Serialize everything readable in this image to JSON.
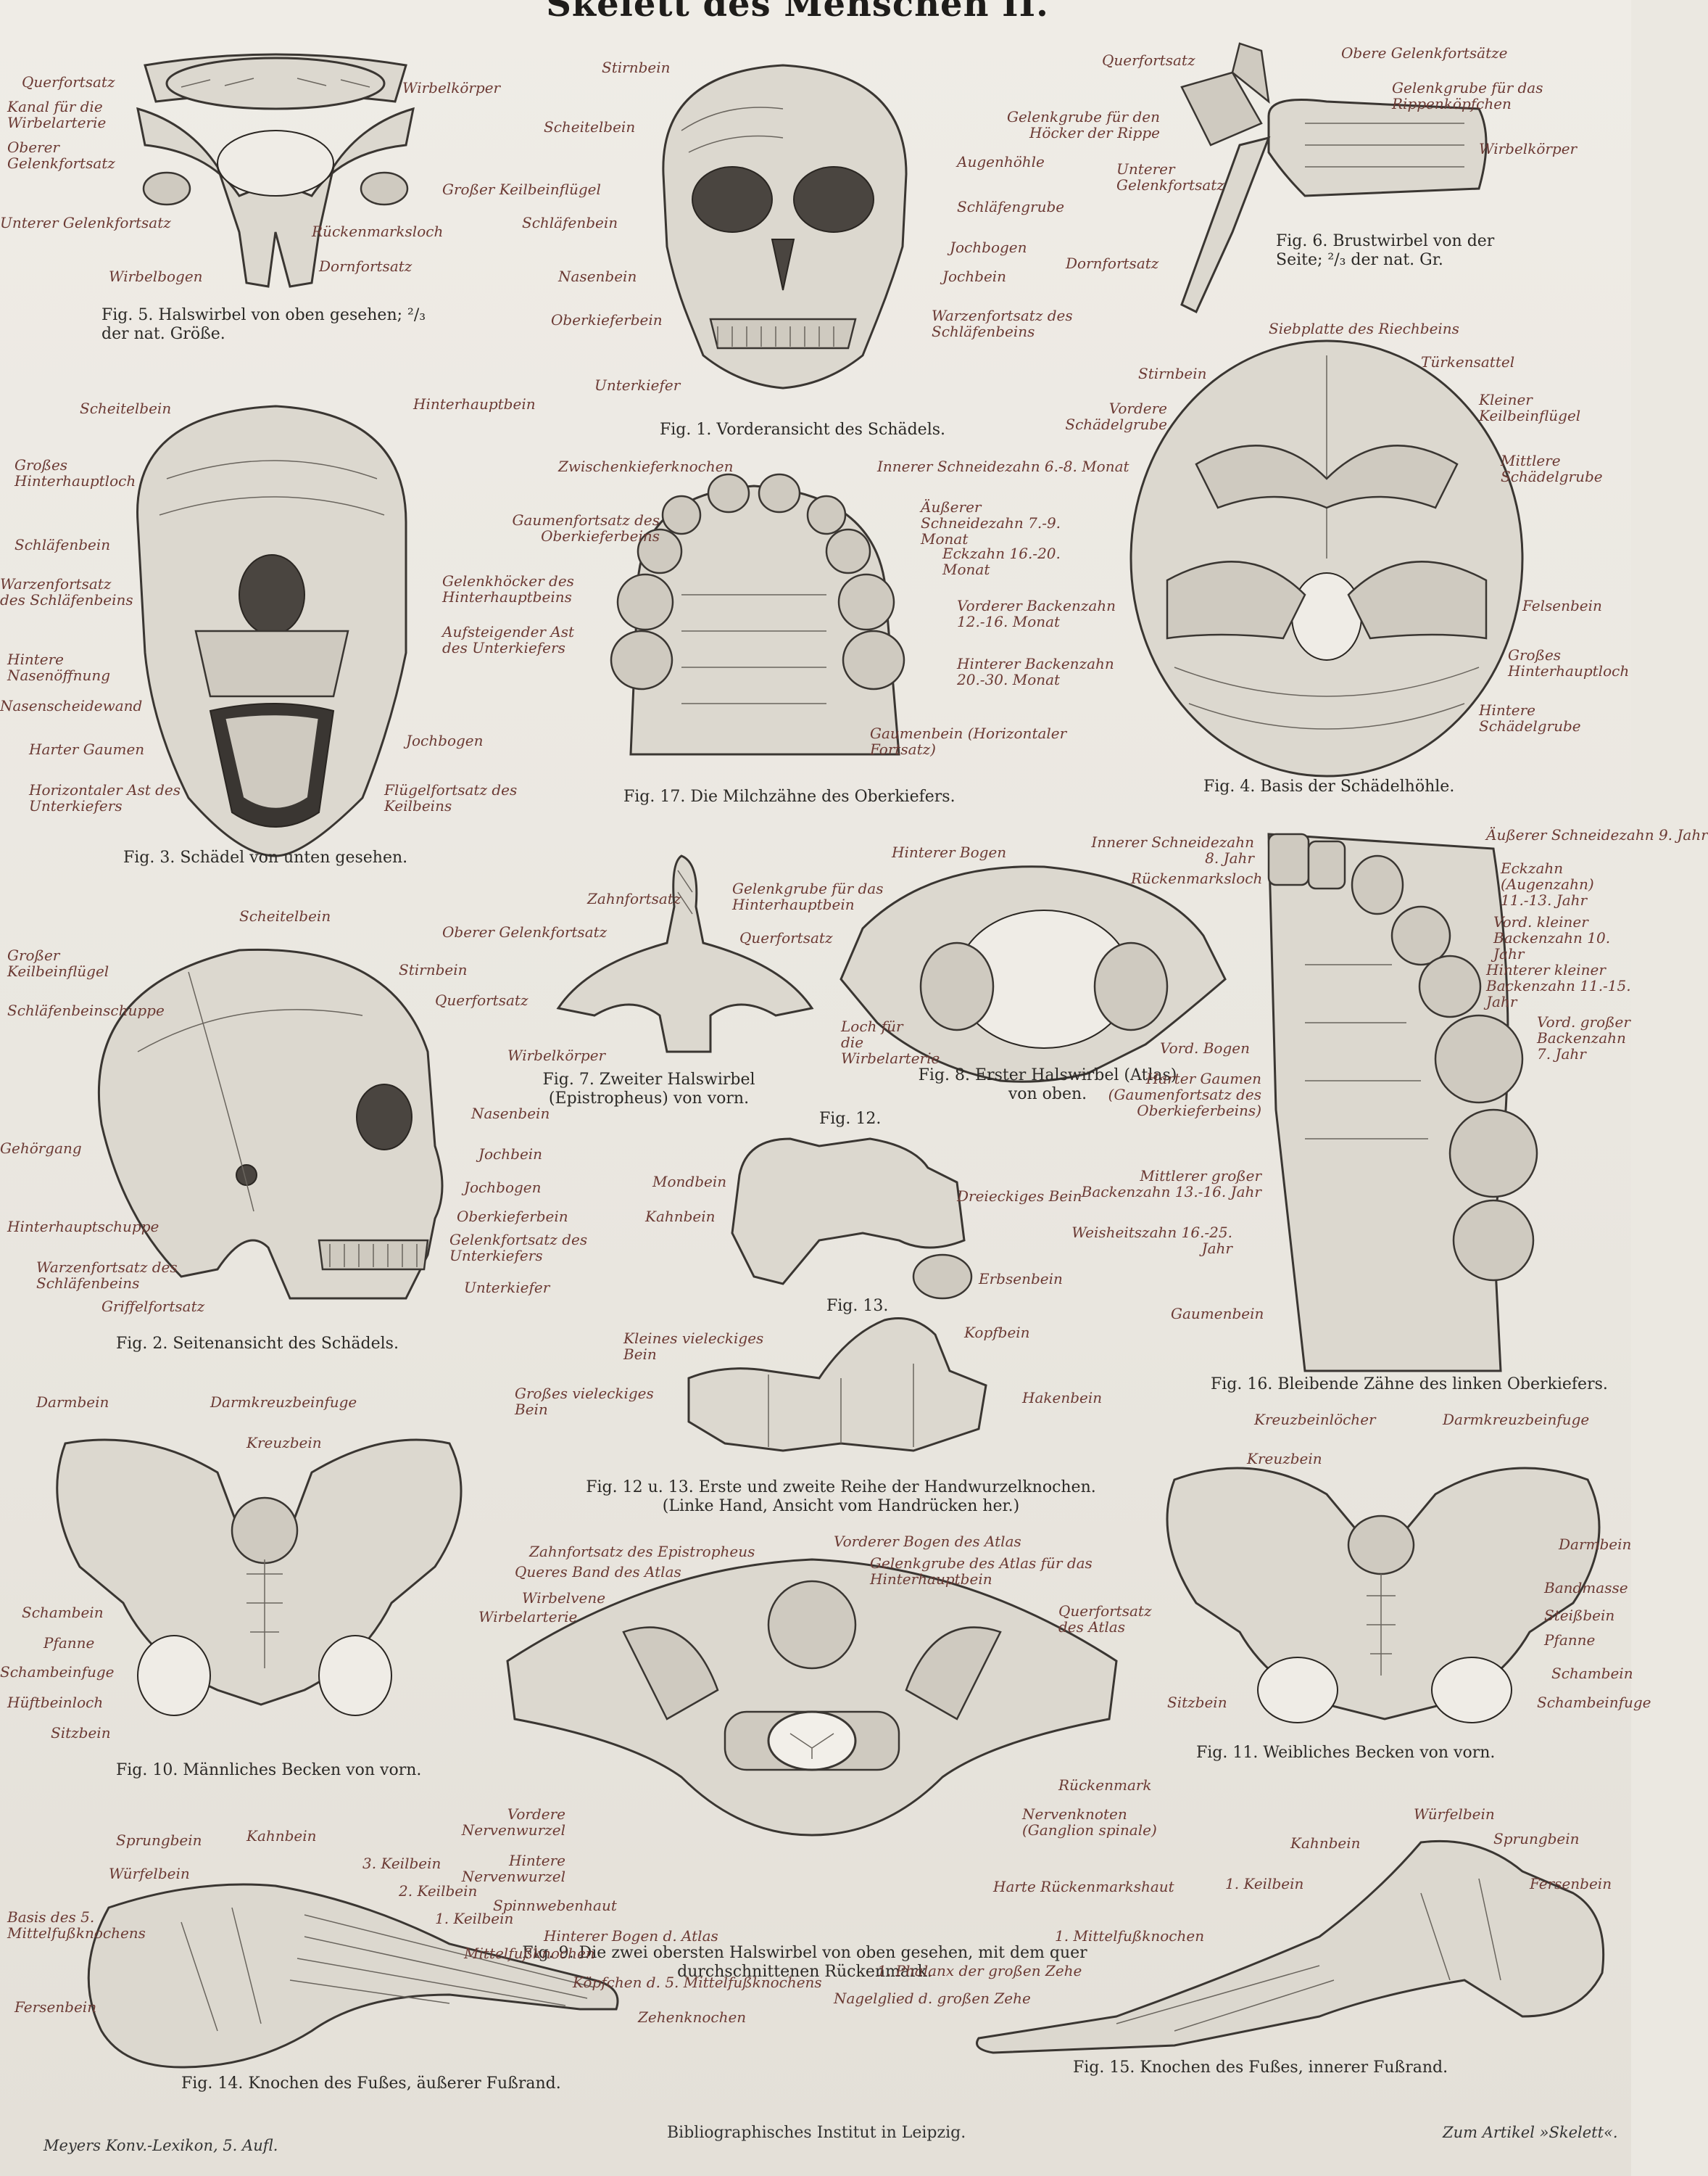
{
  "page": {
    "title": "Skelett des Menschen II.",
    "footer_left": "Meyers Konv.-Lexikon, 5. Aufl.",
    "footer_center": "Bibliographisches Institut in Leipzig.",
    "footer_right": "Zum Artikel »Skelett«."
  },
  "fig5": {
    "caption": "Fig. 5. Halswirbel von oben gesehen; ²/₃ der nat. Größe.",
    "labels": [
      "Querfortsatz",
      "Kanal für die Wirbelarterie",
      "Oberer Gelenkfortsatz",
      "Unterer Gelenkfortsatz",
      "Wirbelbogen",
      "Wirbelkörper",
      "Rückenmarksloch",
      "Dornfortsatz"
    ]
  },
  "fig1": {
    "caption": "Fig. 1. Vorderansicht des Schädels.",
    "labels": [
      "Stirnbein",
      "Scheitelbein",
      "Großer Keilbeinflügel",
      "Schläfenbein",
      "Nasenbein",
      "Oberkieferbein",
      "Unterkiefer",
      "Augenhöhle",
      "Schläfengrube",
      "Jochbogen",
      "Jochbein",
      "Warzenfortsatz des Schläfenbeins"
    ]
  },
  "fig6": {
    "caption": "Fig. 6. Brustwirbel von der Seite; ²/₃ der nat. Gr.",
    "labels": [
      "Querfortsatz",
      "Obere Gelenkfortsätze",
      "Gelenkgrube für das Rippenköpfchen",
      "Gelenkgrube für den Höcker der Rippe",
      "Wirbelkörper",
      "Unterer Gelenkfortsatz",
      "Dornfortsatz"
    ]
  },
  "fig3": {
    "caption": "Fig. 3. Schädel von unten gesehen.",
    "labels": [
      "Scheitelbein",
      "Hinterhauptbein",
      "Großes Hinterhauptloch",
      "Schläfenbein",
      "Warzenfortsatz des Schläfenbeins",
      "Gelenkhöcker des Hinterhauptbeins",
      "Aufsteigender Ast des Unterkiefers",
      "Hintere Nasenöffnung",
      "Nasenscheidewand",
      "Jochbogen",
      "Harter Gaumen",
      "Horizontaler Ast des Unterkiefers",
      "Flügelfortsatz des Keilbeins"
    ]
  },
  "fig17": {
    "caption": "Fig. 17. Die Milchzähne des Oberkiefers.",
    "labels": [
      "Zwischenkieferknochen",
      "Innerer Schneidezahn 6.-8. Monat",
      "Gaumenfortsatz des Oberkieferbeins",
      "Äußerer Schneidezahn 7.-9. Monat",
      "Eckzahn 16.-20. Monat",
      "Vorderer Backenzahn 12.-16. Monat",
      "Hinterer Backenzahn 20.-30. Monat",
      "Gaumenbein (Horizontaler Fortsatz)"
    ]
  },
  "fig4": {
    "caption": "Fig. 4. Basis der Schädelhöhle.",
    "labels": [
      "Siebplatte des Riechbeins",
      "Stirnbein",
      "Türkensattel",
      "Vordere Schädelgrube",
      "Kleiner Keilbeinflügel",
      "Mittlere Schädelgrube",
      "Felsenbein",
      "Großes Hinterhauptloch",
      "Hintere Schädelgrube"
    ]
  },
  "fig2": {
    "caption": "Fig. 2. Seitenansicht des Schädels.",
    "labels": [
      "Scheitelbein",
      "Großer Keilbeinflügel",
      "Stirnbein",
      "Schläfenbeinschuppe",
      "Nasenbein",
      "Gehörgang",
      "Jochbein",
      "Jochbogen",
      "Oberkieferbein",
      "Hinterhauptschuppe",
      "Gelenkfortsatz des Unterkiefers",
      "Warzenfortsatz des Schläfenbeins",
      "Unterkiefer",
      "Griffelfortsatz"
    ]
  },
  "fig7": {
    "caption": "Fig. 7. Zweiter Halswirbel (Epistropheus) von vorn.",
    "labels": [
      "Zahnfortsatz",
      "Oberer Gelenkfortsatz",
      "Querfortsatz",
      "Wirbelkörper"
    ]
  },
  "fig8": {
    "caption": "Fig. 8. Erster Halswirbel (Atlas) von oben.",
    "labels": [
      "Hinterer Bogen",
      "Gelenkgrube für das Hinterhauptbein",
      "Rückenmarksloch",
      "Querfortsatz",
      "Loch für die Wirbelarterie",
      "Vord. Bogen"
    ]
  },
  "fig12": {
    "title": "Fig. 12.",
    "labels": [
      "Mondbein",
      "Dreieckiges Bein",
      "Kahnbein",
      "Erbsenbein"
    ]
  },
  "fig13": {
    "title": "Fig. 13.",
    "labels": [
      "Kleines vieleckiges Bein",
      "Kopfbein",
      "Großes vieleckiges Bein",
      "Hakenbein"
    ]
  },
  "fig12_13": {
    "caption": "Fig. 12 u. 13. Erste und zweite Reihe der Handwurzelknochen. (Linke Hand, Ansicht vom Handrücken her.)"
  },
  "fig16": {
    "caption": "Fig. 16. Bleibende Zähne des linken Oberkiefers.",
    "labels": [
      "Innerer Schneidezahn 8. Jahr",
      "Äußerer Schneidezahn 9. Jahr",
      "Eckzahn (Augenzahn) 11.-13. Jahr",
      "Vord. kleiner Backenzahn 10. Jahr",
      "Hinterer kleiner Backenzahn 11.-15. Jahr",
      "Vord. großer Backenzahn 7. Jahr",
      "Harter Gaumen (Gaumenfortsatz des Oberkieferbeins)",
      "Mittlerer großer Backenzahn 13.-16. Jahr",
      "Weisheitszahn 16.-25. Jahr",
      "Gaumenbein"
    ]
  },
  "fig10": {
    "caption": "Fig. 10. Männliches Becken von vorn.",
    "labels": [
      "Darmbein",
      "Darmkreuzbeinfuge",
      "Kreuzbein",
      "Schambein",
      "Pfanne",
      "Schambeinfuge",
      "Hüftbeinloch",
      "Sitzbein"
    ]
  },
  "fig9": {
    "caption": "Fig. 9. Die zwei obersten Halswirbel von oben gesehen, mit dem quer durchschnittenen Rückenmark.",
    "labels": [
      "Zahnfortsatz des Epistropheus",
      "Vorderer Bogen des Atlas",
      "Queres Band des Atlas",
      "Gelenkgrube des Atlas für das Hinterhauptbein",
      "Wirbelvene",
      "Wirbelarterie",
      "Querfortsatz des Atlas",
      "Rückenmark",
      "Vordere Nervenwurzel",
      "Nervenknoten (Ganglion spinale)",
      "Hintere Nervenwurzel",
      "Spinnwebenhaut",
      "Harte Rückenmarkshaut",
      "Hinterer Bogen d. Atlas"
    ]
  },
  "fig11": {
    "caption": "Fig. 11. Weibliches Becken von vorn.",
    "labels": [
      "Kreuzbeinlöcher",
      "Darmkreuzbeinfuge",
      "Kreuzbein",
      "Darmbein",
      "Bandmasse",
      "Steißbein",
      "Pfanne",
      "Schambein",
      "Schambeinfuge",
      "Sitzbein"
    ]
  },
  "fig14": {
    "caption": "Fig. 14. Knochen des Fußes, äußerer Fußrand.",
    "labels": [
      "Sprungbein",
      "Kahnbein",
      "Würfelbein",
      "3. Keilbein",
      "2. Keilbein",
      "Basis des 5. Mittelfußknochens",
      "1. Keilbein",
      "Mittelfußknochen",
      "Köpfchen d. 5. Mittelfußknochens",
      "Fersenbein",
      "Zehenknochen"
    ]
  },
  "fig15": {
    "caption": "Fig. 15. Knochen des Fußes, innerer Fußrand.",
    "labels": [
      "Würfelbein",
      "Kahnbein",
      "Sprungbein",
      "1. Keilbein",
      "Fersenbein",
      "1. Mittelfußknochen",
      "1. Phalanx der großen Zehe",
      "Nagelglied d. großen Zehe"
    ]
  }
}
